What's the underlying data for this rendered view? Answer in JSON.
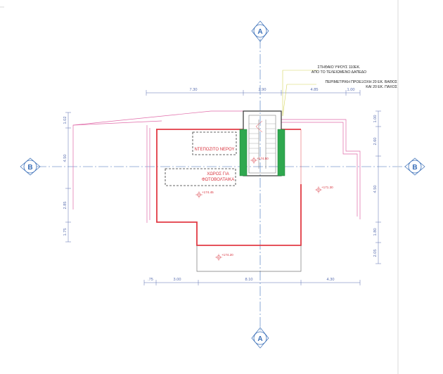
{
  "axes": {
    "vertical_label": "A",
    "horizontal_label": "B"
  },
  "notes": {
    "parapet_line1": "ΣΤΗΘΑΙΟ ΥΨΟΥΣ 110ΕΚ.",
    "parapet_line2": "ΑΠΟ ΤΟ ΤΕΛΕΙΩΜΕΝΟ ΔΑΠΕΔΟ",
    "protrusion_line1": "ΠΕΡΙΜΕΤΡΙΚΗ ΠΡΟΕΞΟΧΗ 20  ΕΚ.  ΒΑΘΟΣ",
    "protrusion_line2": "ΚΑΙ 20  ΕΚ.  ΠΑΧΟΣ"
  },
  "rooms": {
    "water_tank": "ΝΤΕΠΟΖΙΤΟ ΝΕΡΟΥ",
    "pv_line1": "ΧΩΡΟΣ ΓΙΑ",
    "pv_line2": "ΦΩΤΟΒΟΛΤΑΙΚΑ"
  },
  "levels": {
    "stair": "+174.50",
    "main": "+174.45",
    "right": "+171.30",
    "bottom": "+174.20"
  },
  "dims_top": [
    "7.30",
    "2.90",
    "4.85",
    "1.00"
  ],
  "dims_bottom": [
    ".75",
    "3.00",
    "8.10",
    "4.30"
  ],
  "dims_left": [
    "1.02",
    "4.50",
    "2.85",
    "1.75"
  ],
  "dims_right": [
    "1.00",
    "2.60",
    "4.50",
    "1.80",
    "2.05"
  ]
}
